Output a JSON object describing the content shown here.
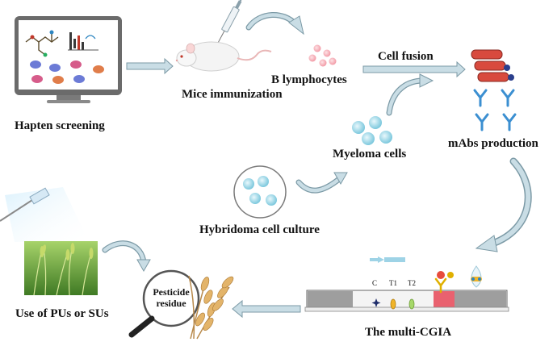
{
  "labels": {
    "hapten_screening": "Hapten screening",
    "mice_immunization": "Mice immunization",
    "b_lymphocytes": "B lymphocytes",
    "cell_fusion": "Cell fusion",
    "mabs_production": "mAbs production",
    "myeloma_cells": "Myeloma cells",
    "hybridoma_culture": "Hybridoma cell culture",
    "use_of_pus": "Use of PUs or SUs",
    "pesticide_residue": "Pesticide residue",
    "multi_cgia": "The multi-CGIA",
    "strip_c": "C",
    "strip_t1": "T1",
    "strip_t2": "T2"
  },
  "icons": [
    "computer-monitor-icon",
    "syringe-icon",
    "mouse-icon",
    "cell-dish-icon",
    "antibody-icon",
    "wheat-field-icon",
    "wheat-ear-icon",
    "magnifier-icon",
    "test-strip-icon",
    "dropper-icon",
    "sun-icon"
  ],
  "colors": {
    "arrow_fill": "#c9dde5",
    "arrow_stroke": "#7c9aa6",
    "antibody": "#3b8fd1",
    "cell_blue": "#9fd6e6",
    "lymphocyte_pink": "#f6b9c1",
    "dish_red": "#d84a3e",
    "strip_gray": "#9e9e9e",
    "strip_pink": "#e9616f"
  }
}
